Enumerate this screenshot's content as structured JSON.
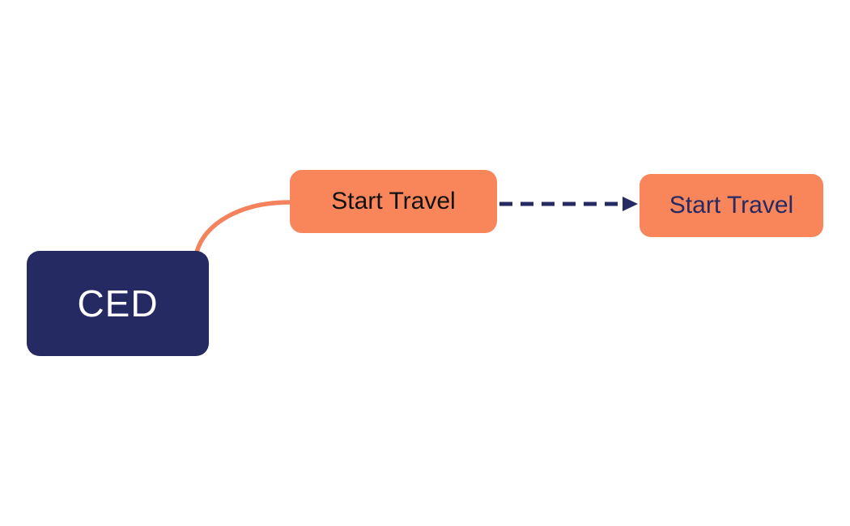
{
  "diagram": {
    "background_color": "#ffffff",
    "colors": {
      "navy": "#252a63",
      "orange": "#f8865a",
      "curve_orange": "#f4825c",
      "white": "#ffffff",
      "black_text": "#111111"
    },
    "nodes": [
      {
        "id": "ced",
        "label": "CED",
        "bg": "#252a63",
        "text_color": "#ffffff"
      },
      {
        "id": "start-travel-source",
        "label": "Start Travel",
        "bg": "#f8865a",
        "text_color": "#111111"
      },
      {
        "id": "start-travel-target",
        "label": "Start Travel",
        "bg": "#f8865a",
        "text_color": "#252a63"
      }
    ],
    "connectors": {
      "solid_curve": {
        "from": "ced",
        "to": "start-travel-source",
        "style": "solid",
        "color": "#f4825c"
      },
      "dashed_arrow": {
        "from": "start-travel-source",
        "to": "start-travel-target",
        "style": "dashed",
        "color": "#252a63"
      }
    }
  }
}
